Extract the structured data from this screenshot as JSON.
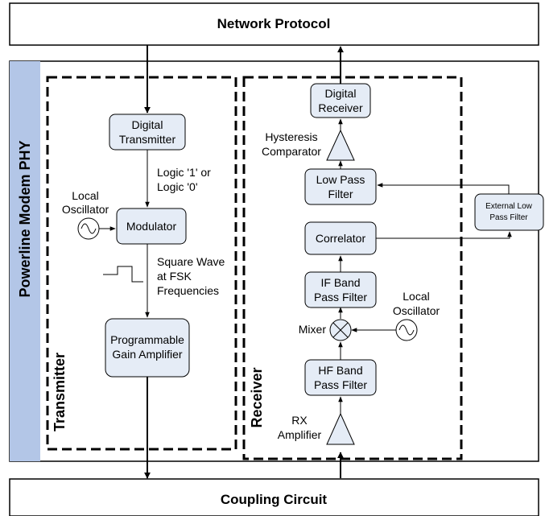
{
  "network_protocol": "Network Protocol",
  "coupling_circuit": "Coupling Circuit",
  "phy_label": "Powerline Modem PHY",
  "transmitter": {
    "section_label": "Transmitter",
    "digital_transmitter": [
      "Digital",
      "Transmitter"
    ],
    "logic_note": [
      "Logic '1' or",
      "Logic '0'"
    ],
    "local_oscillator": [
      "Local",
      "Oscillator"
    ],
    "modulator": "Modulator",
    "square_wave_note": [
      "Square Wave",
      "at FSK",
      "Frequencies"
    ],
    "pga": [
      "Programmable",
      "Gain Amplifier"
    ]
  },
  "receiver": {
    "section_label": "Receiver",
    "digital_receiver": [
      "Digital",
      "Receiver"
    ],
    "hysteresis_comparator": [
      "Hysteresis",
      "Comparator"
    ],
    "low_pass_filter": [
      "Low Pass",
      "Filter"
    ],
    "correlator": "Correlator",
    "if_band_pass_filter": [
      "IF Band",
      "Pass Filter"
    ],
    "local_oscillator": [
      "Local",
      "Oscillator"
    ],
    "mixer": "Mixer",
    "hf_band_pass_filter": [
      "HF Band",
      "Pass Filter"
    ],
    "rx_amplifier": [
      "RX",
      "Amplifier"
    ]
  },
  "external_low_pass_filter": [
    "External Low",
    "Pass Filter"
  ],
  "colors": {
    "block_fill": "#e5ecf6",
    "phy_band": "#b3c6e7",
    "stroke": "#000000"
  }
}
